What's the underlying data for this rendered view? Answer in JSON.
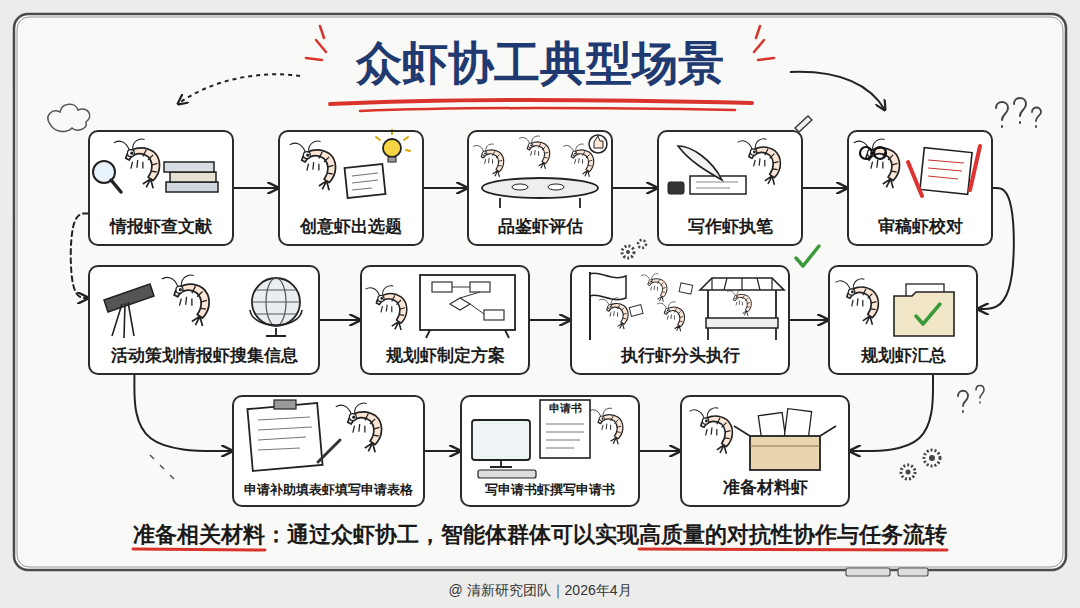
{
  "diagram": {
    "title": "众虾协工典型场景",
    "caption": "准备相关材料：通过众虾协工，智能体群体可以实现高质量的对抗性协作与任务流转",
    "nodes": [
      {
        "text": [
          "情报虾查文献"
        ]
      },
      {
        "text": [
          "创意虾出选题"
        ]
      },
      {
        "text": [
          "品鉴虾评估"
        ]
      },
      {
        "text": [
          "写作虾执笔"
        ]
      },
      {
        "text": [
          "审稿虾校对"
        ]
      },
      {
        "text": [
          "活动策划情报虾搜集信息"
        ]
      },
      {
        "text": [
          "规划虾制定方案"
        ]
      },
      {
        "text": [
          "执行虾分头执行"
        ]
      },
      {
        "text": [
          "规划虾汇总"
        ]
      },
      {
        "text": [
          "申请补助填表虾填写申请表格"
        ]
      },
      {
        "text": [
          "写申请书虾撰写申请书"
        ]
      },
      {
        "text": [
          "准备材料虾"
        ]
      }
    ],
    "edges": [
      {
        "from": 0,
        "to": 1,
        "arrow": "to"
      },
      {
        "from": 1,
        "to": 2,
        "arrow": "to"
      },
      {
        "from": 2,
        "to": 3,
        "arrow": "to"
      },
      {
        "from": 3,
        "to": 4,
        "arrow": "to"
      },
      {
        "from": 5,
        "to": 6,
        "arrow": "to"
      },
      {
        "from": 6,
        "to": 7,
        "arrow": "to"
      },
      {
        "from": 7,
        "to": 8,
        "arrow": "to"
      },
      {
        "from": 9,
        "to": 10,
        "arrow": "to"
      },
      {
        "from": 10,
        "to": 11,
        "arrow": "to"
      },
      {
        "from": 0,
        "to": 5,
        "arrow": "to"
      },
      {
        "from": 4,
        "to": 8,
        "arrow": "to"
      },
      {
        "from": 5,
        "to": 9,
        "arrow": "to"
      },
      {
        "from": 8,
        "to": 11,
        "arrow": "to"
      }
    ],
    "labels": [
      "申请书",
      "@ 清新研究团队｜2026年4月"
    ]
  }
}
